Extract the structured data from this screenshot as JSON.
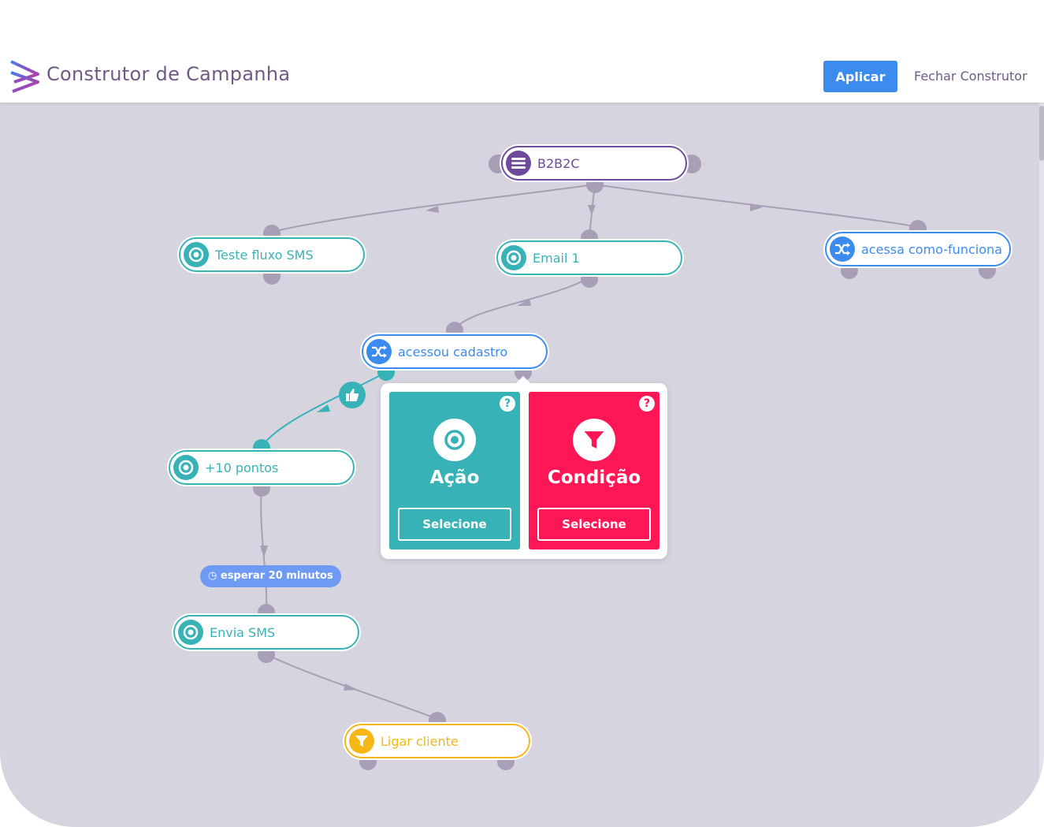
{
  "header": {
    "title": "Construtor de Campanha",
    "apply_label": "Aplicar",
    "close_label": "Fechar Construtor"
  },
  "colors": {
    "teal": "#37b3b8",
    "blue": "#3c8cf0",
    "purple": "#6e4b9a",
    "yellow": "#f4b716",
    "red": "#ff1655",
    "canvas": "#d6d4df"
  },
  "nodes": {
    "root": {
      "label": "B2B2C",
      "icon": "menu-icon"
    },
    "teste_sms": {
      "label": "Teste fluxo SMS",
      "icon": "target-icon"
    },
    "email1": {
      "label": "Email 1",
      "icon": "target-icon"
    },
    "acessa_funciona": {
      "label": "acessa como-funciona",
      "icon": "shuffle-icon"
    },
    "acessou_cadastro": {
      "label": "acessou cadastro",
      "icon": "shuffle-icon"
    },
    "pontos": {
      "label": "+10 pontos",
      "icon": "target-icon"
    },
    "envia_sms": {
      "label": "Envia SMS",
      "icon": "target-icon"
    },
    "ligar_cliente": {
      "label": "Ligar cliente",
      "icon": "filter-icon"
    }
  },
  "wait": {
    "label": "esperar 20 minutos",
    "icon": "clock-icon"
  },
  "popup": {
    "action": {
      "title": "Ação",
      "button": "Selecione",
      "help": "?"
    },
    "condition": {
      "title": "Condição",
      "button": "Selecione",
      "help": "?"
    }
  }
}
